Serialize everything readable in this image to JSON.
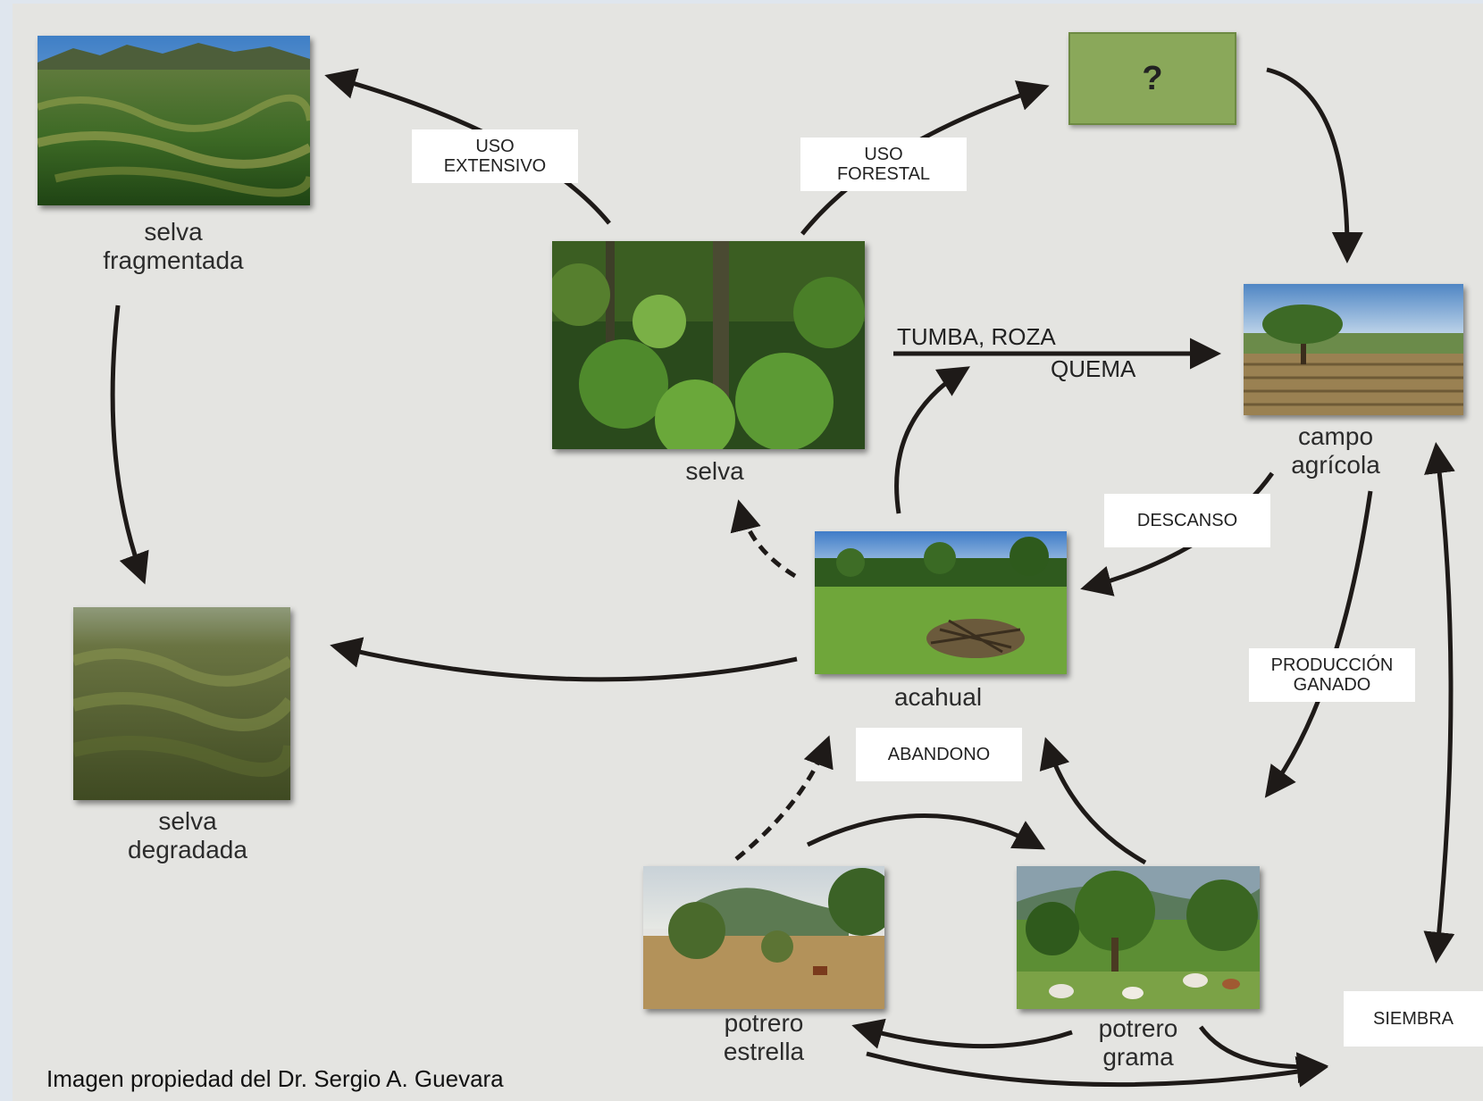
{
  "nodes": {
    "selva_fragmentada": "selva\nfragmentada",
    "selva": "selva",
    "campo_agricola": "campo\nagrícola",
    "acahual": "acahual",
    "selva_degradada": "selva\ndegradada",
    "potrero_estrella": "potrero\nestrella",
    "potrero_grama": "potrero\ngrama",
    "unknown": "?"
  },
  "edge_labels": {
    "uso_extensivo": "USO\nEXTENSIVO",
    "uso_forestal": "USO\nFORESTAL",
    "tumba_roza": "TUMBA, ROZA",
    "quema": "QUEMA",
    "descanso": "DESCANSO",
    "produccion_ganado": "PRODUCCIÓN\nGANADO",
    "abandono": "ABANDONO",
    "siembra": "SIEMBRA"
  },
  "credit": "Imagen propiedad del Dr. Sergio A. Guevara",
  "colors": {
    "background": "#e4e4e1",
    "arrow": "#1e1a18",
    "unknown_box": "#8aa85a"
  }
}
